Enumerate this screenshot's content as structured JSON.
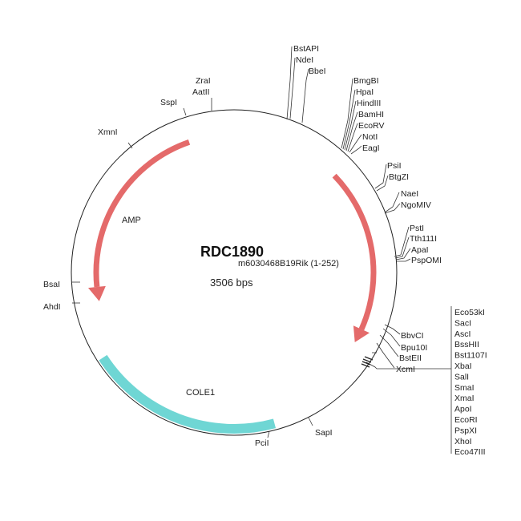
{
  "plasmid": {
    "name": "RDC1890",
    "insert": "m6030468B19Rik (1-252)",
    "length": "3506 bps"
  },
  "features": [
    {
      "label": "AMP",
      "color": "#e46a6a",
      "start_deg": 341,
      "end_deg": 258
    },
    {
      "label": "",
      "color": "#e46a6a",
      "start_deg": 46,
      "end_deg": 120
    },
    {
      "label": "COLE1",
      "color": "#6fd6d4",
      "start_deg": 237,
      "end_deg": 165
    }
  ],
  "sites": {
    "top": [
      "BstAPI",
      "NdeI",
      "BbeI"
    ],
    "topright": [
      "BmgBI",
      "HpaI",
      "HindIII",
      "BamHI",
      "EcoRV",
      "NotI",
      "EagI"
    ],
    "right1": [
      "PsiI",
      "BtgZI"
    ],
    "right2": [
      "NaeI",
      "NgoMIV"
    ],
    "right3": [
      "PstI",
      "Tth111I",
      "ApaI",
      "PspOMI"
    ],
    "right4": [
      "BbvCI",
      "Bpu10I",
      "BstEII",
      "XcmI"
    ],
    "mcs": [
      "Eco53kI",
      "SacI",
      "AscI",
      "BssHII",
      "Bst1107I",
      "XbaI",
      "SalI",
      "SmaI",
      "XmaI",
      "ApoI",
      "EcoRI",
      "PspXI",
      "XhoI",
      "Eco47III"
    ],
    "left": [
      "XmnI",
      "SspI",
      "ZraI",
      "AatII",
      "BsaI",
      "AhdI"
    ],
    "bottom": [
      "SapI",
      "PciI"
    ]
  }
}
